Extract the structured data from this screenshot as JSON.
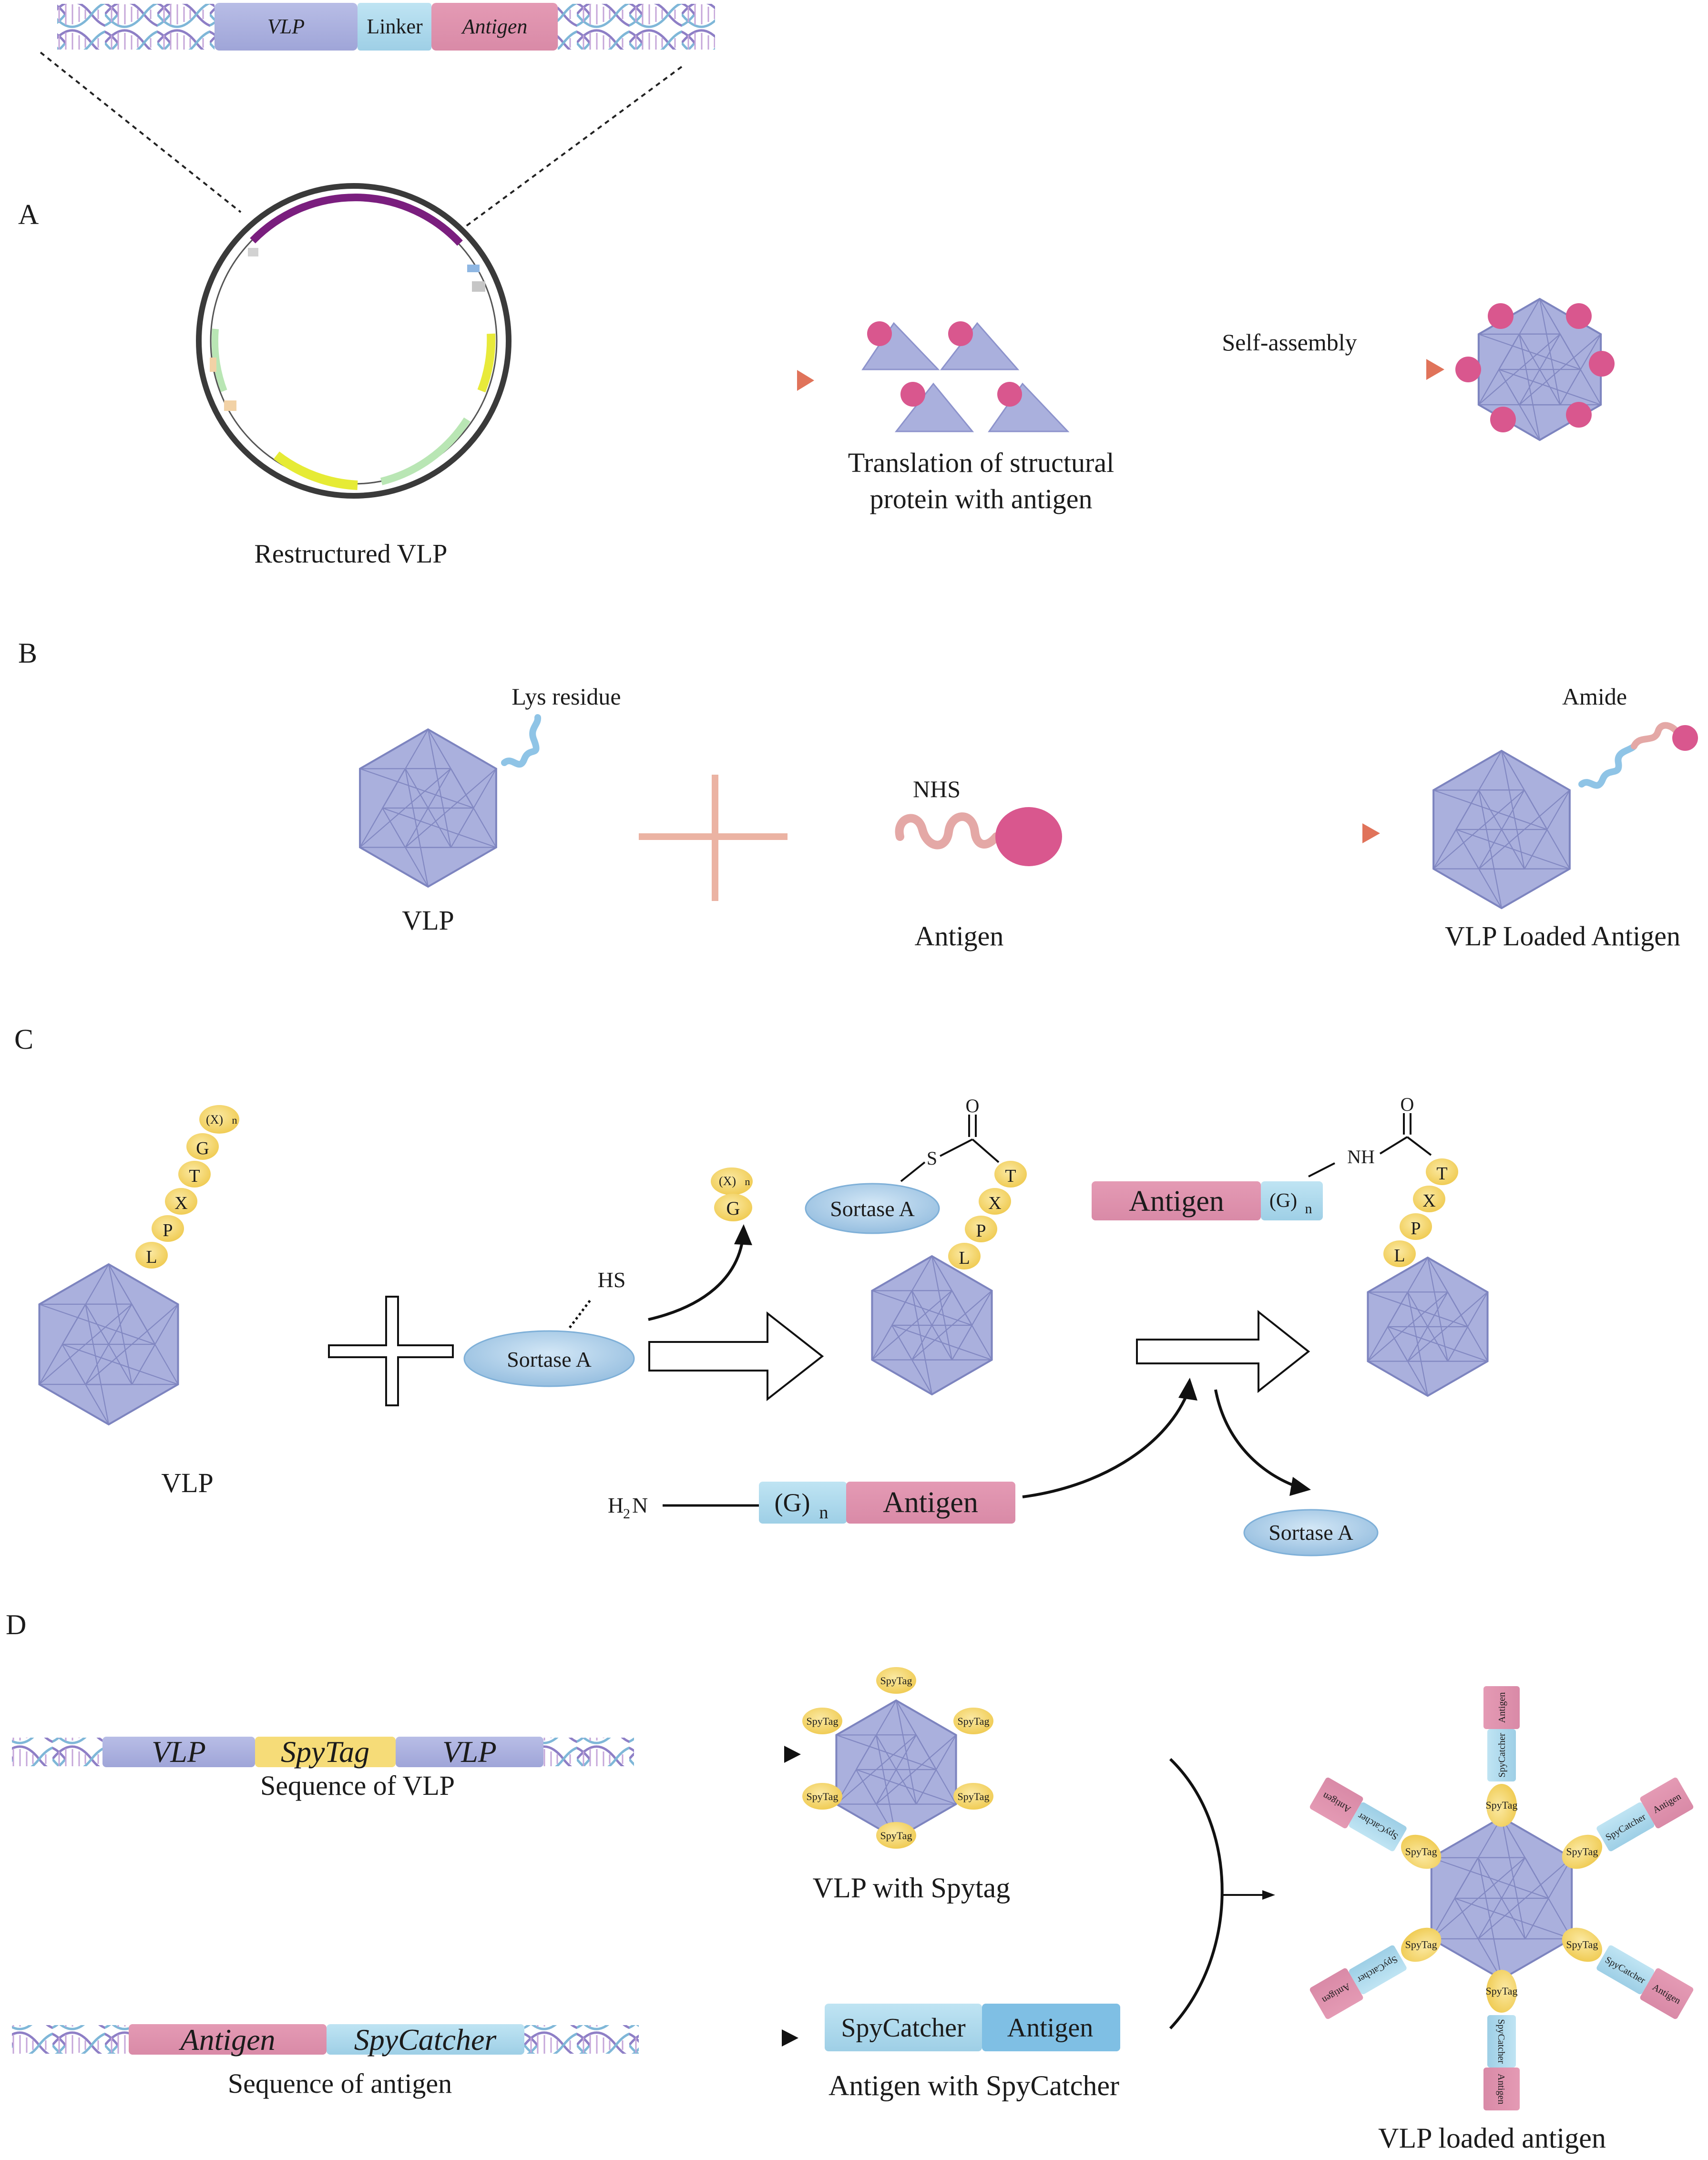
{
  "panel_a": {
    "letter": "A",
    "construct": {
      "vlp": "VLP",
      "linker": "Linker",
      "antigen": "Antigen"
    },
    "plasmid_label": "Restructured VLP",
    "translation_label_line1": "Translation of structural",
    "translation_label_line2": "protein with antigen",
    "self_assembly": "Self-assembly"
  },
  "panel_b": {
    "letter": "B",
    "lys_residue": "Lys residue",
    "vlp": "VLP",
    "nhs": "NHS",
    "antigen": "Antigen",
    "amide": "Amide",
    "product": "VLP Loaded Antigen"
  },
  "panel_c": {
    "letter": "C",
    "vlp": "VLP",
    "lpxtg": [
      "L",
      "P",
      "X",
      "T",
      "G"
    ],
    "xn_x": "(X)",
    "xn_n": "n",
    "hs": "HS",
    "sortase": "Sortase A",
    "g": "G",
    "s": "S",
    "o": "O",
    "nh": "NH",
    "lpxt": [
      "L",
      "P",
      "X",
      "T"
    ],
    "antigen": "Antigen",
    "gn_g": "(G)",
    "gn_n": "n",
    "h2n_h": "H",
    "h2n_2": "2",
    "h2n_n": "N"
  },
  "panel_d": {
    "letter": "D",
    "seq1": {
      "vlp1": "VLP",
      "spytag": "SpyTag",
      "vlp2": "VLP",
      "label": "Sequence of VLP"
    },
    "seq2": {
      "antigen": "Antigen",
      "spycatcher": "SpyCatcher",
      "label": "Sequence of antigen"
    },
    "vlp_with_spytag": "VLP with Spytag",
    "spytag_small": "SpyTag",
    "catcher_box": {
      "spycatcher": "SpyCatcher",
      "antigen": "Antigen"
    },
    "catcher_label": "Antigen with SpyCatcher",
    "final_label": "VLP loaded antigen",
    "arm_spycatcher": "SpyCatcher",
    "arm_antigen": "Antigen"
  },
  "colors": {
    "vlp_purple": "#aab0dd",
    "vlp_stroke": "#7d84bf",
    "antigen_pink": "#e7a6bd",
    "linker_blue": "#a9dcef",
    "spytag_yellow": "#f6dc78",
    "sortase_blue": "#a9cbe6",
    "arrow_orange": "#e0735a",
    "dot_pink": "#d9578e"
  }
}
